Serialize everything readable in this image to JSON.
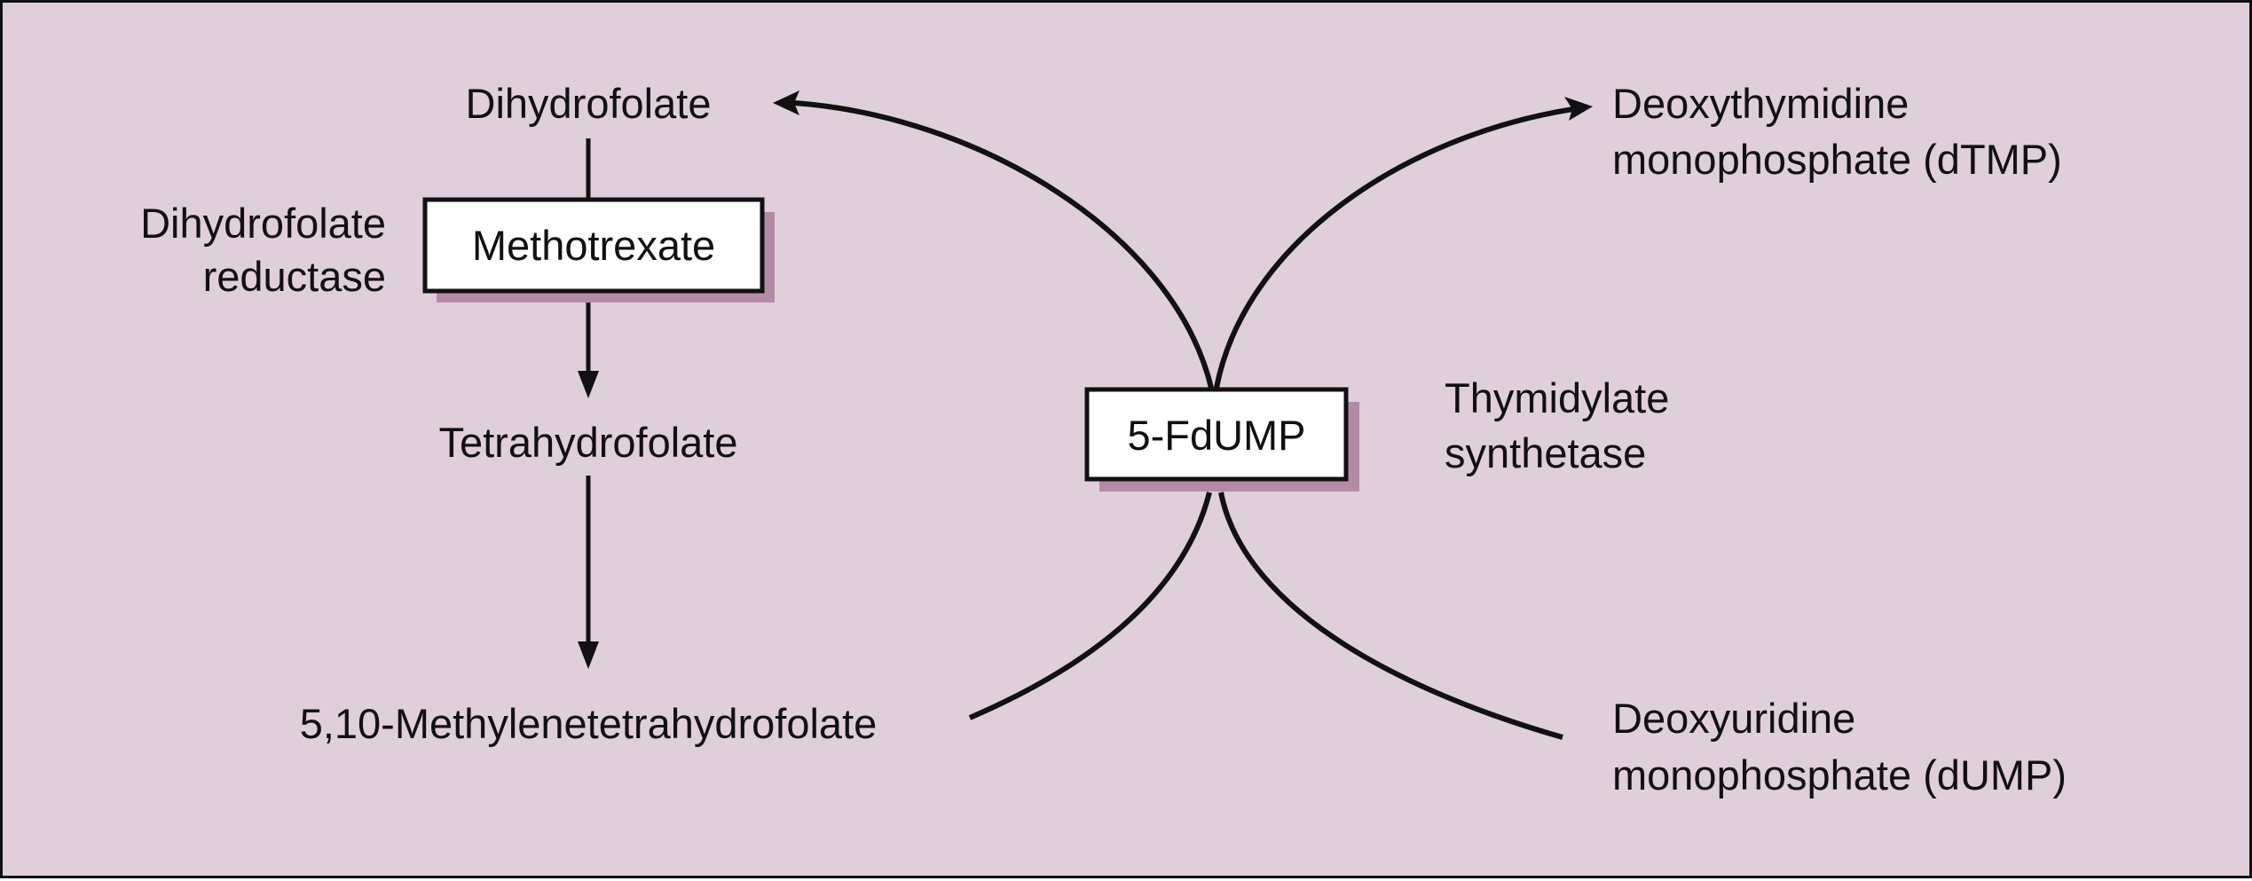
{
  "diagram": {
    "type": "biochemical-pathway",
    "colors": {
      "background": "#DFCFDA",
      "box_shadow": "#B58AA5",
      "ink": "#111111",
      "box_fill": "#FFFFFF"
    },
    "nodes": {
      "dihydrofolate": "Dihydrofolate",
      "tetrahydrofolate": "Tetrahydrofolate",
      "methylene_thf": "5,10-Methylenetetrahydrofolate",
      "dtmp_line1": "Deoxythymidine",
      "dtmp_line2": "monophosphate (dTMP)",
      "dump_line1": "Deoxyuridine",
      "dump_line2": "monophosphate (dUMP)"
    },
    "enzymes": {
      "dhfr_line1": "Dihydrofolate",
      "dhfr_line2": "reductase",
      "ts_line1": "Thymidylate",
      "ts_line2": "synthetase"
    },
    "inhibitors": {
      "methotrexate": "Methotrexate",
      "fdump": "5-FdUMP"
    },
    "edges": [
      {
        "from": "Dihydrofolate",
        "to": "Tetrahydrofolate",
        "enzyme": "Dihydrofolate reductase",
        "inhibitor": "Methotrexate"
      },
      {
        "from": "Tetrahydrofolate",
        "to": "5,10-Methylenetetrahydrofolate"
      },
      {
        "from": "5,10-Methylenetetrahydrofolate",
        "to": "Dihydrofolate",
        "enzyme": "Thymidylate synthetase",
        "inhibitor": "5-FdUMP"
      },
      {
        "from": "Deoxyuridine monophosphate (dUMP)",
        "to": "Deoxythymidine monophosphate (dTMP)",
        "enzyme": "Thymidylate synthetase",
        "inhibitor": "5-FdUMP"
      }
    ]
  }
}
